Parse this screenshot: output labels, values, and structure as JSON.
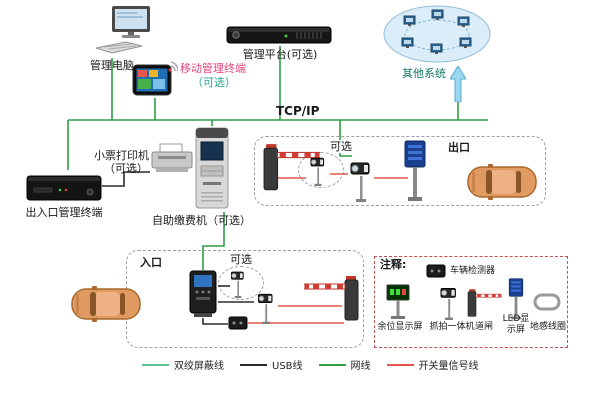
{
  "diagram": {
    "nodes": {
      "management_pc": "管理电脑",
      "management_platform": "管理平台(可选)",
      "mobile_terminal": "移动管理终端",
      "mobile_terminal_optional": "（可选）",
      "other_systems": "其他系统",
      "backbone": "TCP/IP",
      "receipt_printer": "小票打印机",
      "receipt_printer_optional": "（可选）",
      "gate_terminal": "出入口管理终端",
      "payment_kiosk": "自助缴费机（可选）"
    },
    "zones": {
      "exit": "出口",
      "exit_optional": "可选",
      "entrance": "入口",
      "entrance_optional": "可选"
    },
    "notes": {
      "title": "注释:",
      "vehicle_detector": "车辆检测器",
      "remaining_display": "余位显示屏",
      "capture_camera": "抓拍一体机",
      "barrier_gate": "道闸",
      "led_display_line1": "LED显",
      "led_display_line2": "示屏",
      "ground_coil": "地感线圈"
    },
    "legend": {
      "items": [
        {
          "label": "双绞屏蔽线",
          "color": "#5cc08f"
        },
        {
          "label": "USB线",
          "color": "#2b2b2b"
        },
        {
          "label": "网线",
          "color": "#2f9e44"
        },
        {
          "label": "开关量信号线",
          "color": "#e2574c"
        }
      ]
    },
    "colors": {
      "network_line": "#2f9e44",
      "usb_line": "#2b2b2b",
      "signal_line": "#e2574c",
      "mobile_label": "#e0457b",
      "optional_label": "#1fa88c",
      "other_systems_label": "#117a65"
    }
  }
}
